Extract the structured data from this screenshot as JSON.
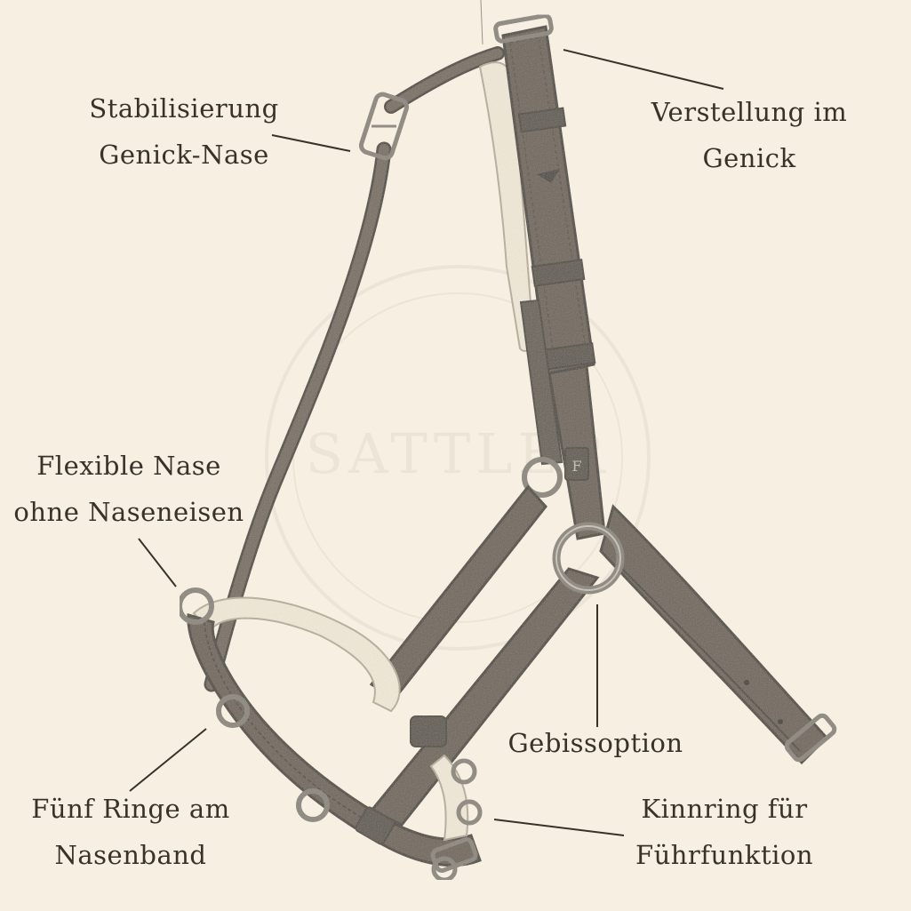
{
  "watermark": {
    "text": "SATTLER"
  },
  "colors": {
    "background": "#f6efe2",
    "leather": "#6e6457",
    "leather_dark": "#4b443b",
    "padding": "#f2ead8",
    "metal": "#8a857c",
    "leader_line": "#3a3228",
    "text": "#3a3228"
  },
  "labels": {
    "stabilisierung": {
      "line1": "Stabilisierung",
      "line2": "Genick-Nase"
    },
    "verstellung": {
      "line1": "Verstellung im",
      "line2": "Genick"
    },
    "flexible_nase": {
      "line1": "Flexible Nase",
      "line2": "ohne Naseneisen"
    },
    "gebissoption": {
      "line1": "Gebissoption"
    },
    "fuenf_ringe": {
      "line1": "Fünf Ringe am",
      "line2": "Nasenband"
    },
    "kinnring": {
      "line1": "Kinnring für",
      "line2": "Führfunktion"
    }
  },
  "browband_logo": {
    "glyph": "F"
  }
}
